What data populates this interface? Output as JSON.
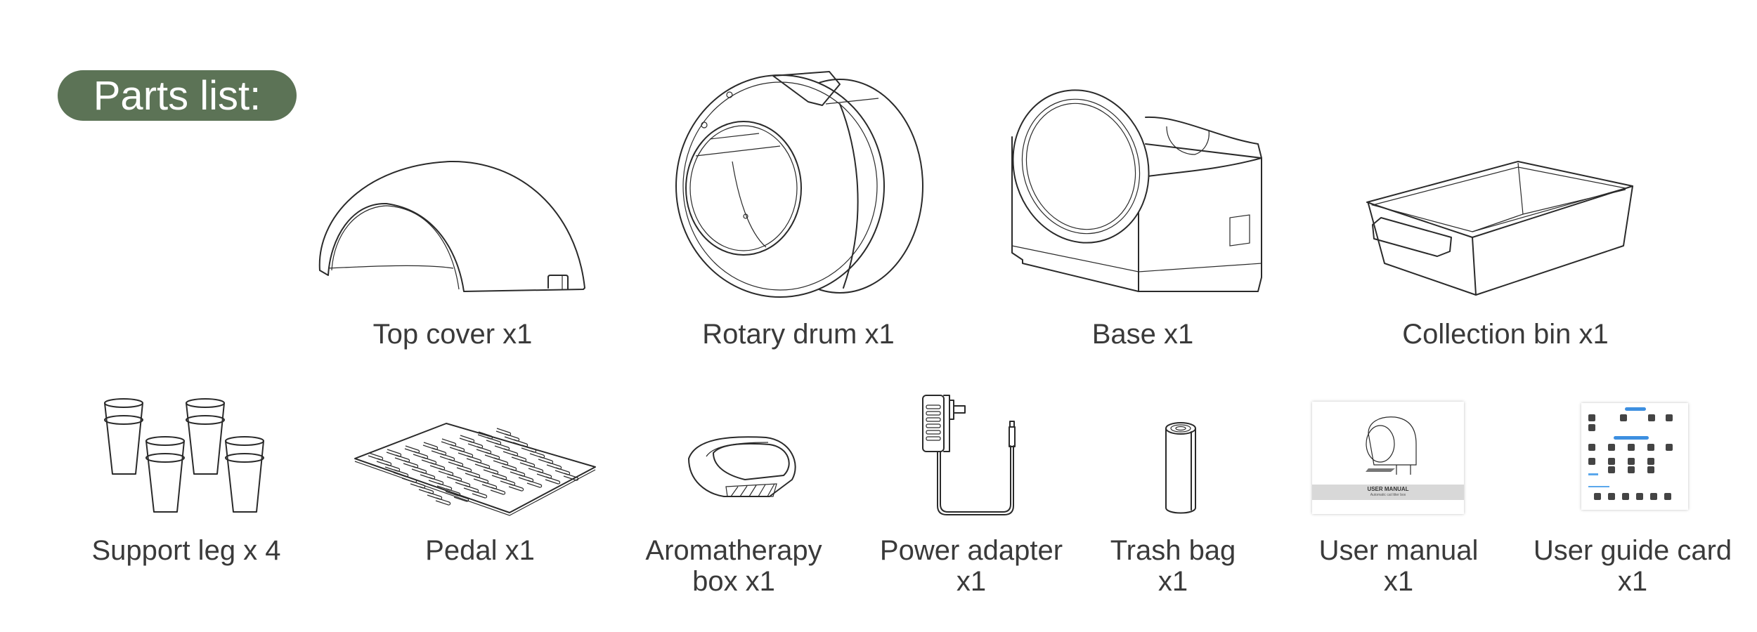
{
  "heading": {
    "title": "Parts list:",
    "badge_color": "#5c7356"
  },
  "text_color": "#3a3a3a",
  "row1": [
    {
      "id": "top-cover",
      "icon": "top-cover-illustration",
      "lines": [
        "Top cover x1"
      ]
    },
    {
      "id": "rotary-drum",
      "icon": "rotary-drum-illustration",
      "lines": [
        "Rotary drum x1"
      ]
    },
    {
      "id": "base",
      "icon": "base-illustration",
      "lines": [
        "Base x1"
      ]
    },
    {
      "id": "collection-bin",
      "icon": "collection-bin-illustration",
      "lines": [
        "Collection bin x1"
      ]
    }
  ],
  "row2": [
    {
      "id": "support-leg",
      "icon": "support-leg-illustration",
      "lines": [
        "Support leg x 4"
      ]
    },
    {
      "id": "pedal",
      "icon": "pedal-illustration",
      "lines": [
        "Pedal x1"
      ]
    },
    {
      "id": "aromatherapy-box",
      "icon": "aromatherapy-box-illustration",
      "lines": [
        "Aromatherapy",
        "box x1"
      ]
    },
    {
      "id": "power-adapter",
      "icon": "power-adapter-illustration",
      "lines": [
        "Power adapter",
        "x1"
      ]
    },
    {
      "id": "trash-bag",
      "icon": "trash-bag-illustration",
      "lines": [
        "Trash bag",
        "x1"
      ]
    },
    {
      "id": "user-manual",
      "icon": "user-manual-illustration",
      "lines": [
        "User manual",
        "x1"
      ],
      "cover_title": "USER MANUAL",
      "cover_subtitle": "Automatic cat litter box"
    },
    {
      "id": "user-guide-card",
      "icon": "user-guide-card-illustration",
      "lines": [
        "User guide card",
        "x1"
      ]
    }
  ]
}
